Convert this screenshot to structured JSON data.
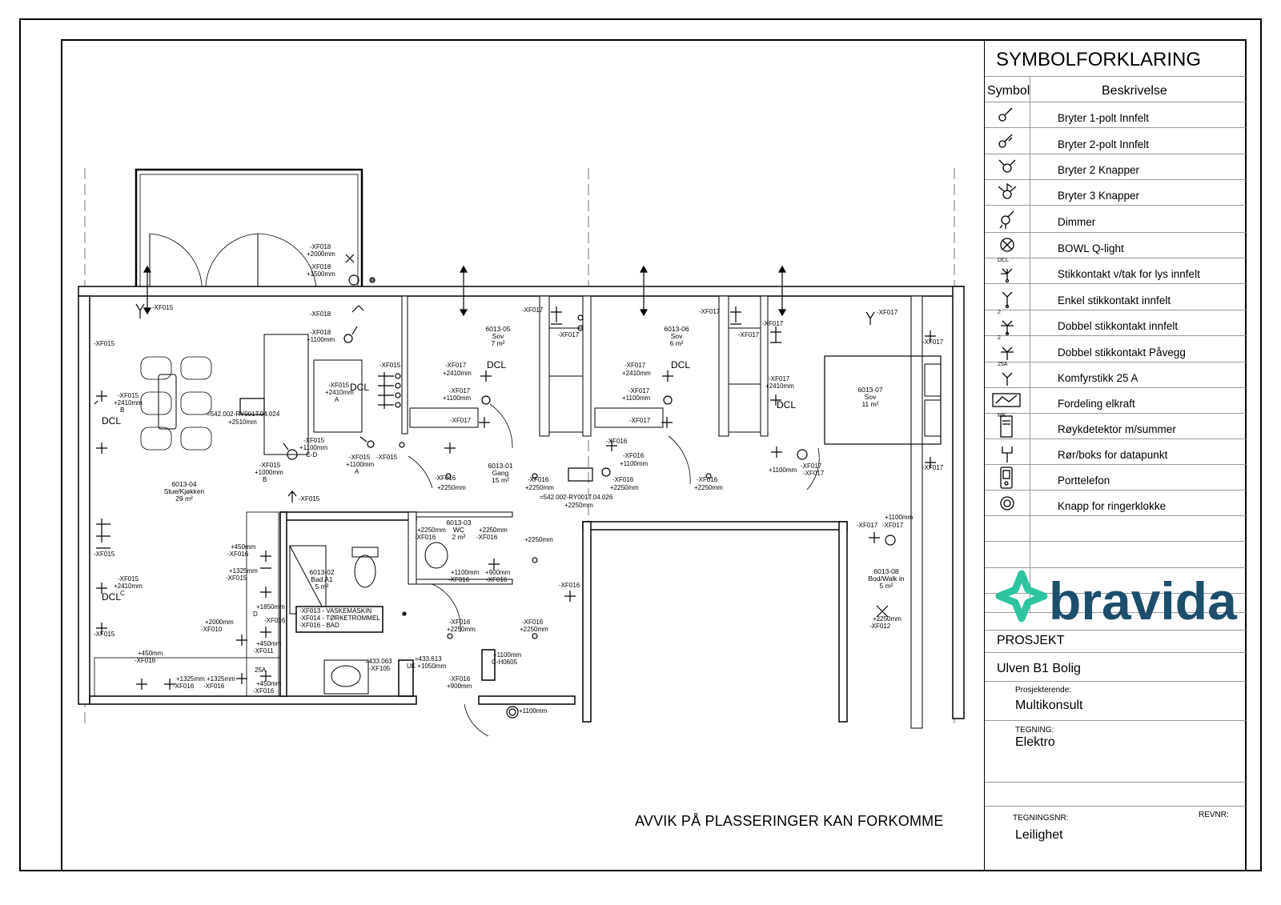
{
  "legend": {
    "title": "SYMBOLFORKLARING",
    "col_symbol": "Symbol",
    "col_description": "Beskrivelse",
    "items": [
      {
        "icon": "switch-1pole-icon",
        "desc": "Bryter 1-polt Innfelt"
      },
      {
        "icon": "switch-2pole-icon",
        "desc": "Bryter 2-polt Innfelt"
      },
      {
        "icon": "switch-2button-icon",
        "desc": "Bryter 2 Knapper"
      },
      {
        "icon": "switch-3button-icon",
        "desc": "Bryter 3 Knapper"
      },
      {
        "icon": "dimmer-icon",
        "desc": "Dimmer"
      },
      {
        "icon": "bowl-light-icon",
        "desc": "BOWL Q-light"
      },
      {
        "icon": "dcl-outlet-icon",
        "desc": "Stikkontakt v/tak for lys innfelt",
        "sym_text": "DCL"
      },
      {
        "icon": "single-outlet-icon",
        "desc": "Enkel stikkontakt innfelt"
      },
      {
        "icon": "double-outlet-icon",
        "desc": "Dobbel stikkontakt innfelt",
        "sym_text": "2"
      },
      {
        "icon": "double-outlet-wall-icon",
        "desc": "Dobbel stikkontakt Påvegg",
        "sym_text": "2"
      },
      {
        "icon": "stove-outlet-icon",
        "desc": "Komfyrstikk 25 A",
        "sym_text": "25A"
      },
      {
        "icon": "distribution-board-icon",
        "desc": "Fordeling elkraft"
      },
      {
        "icon": "smoke-detector-icon",
        "desc": "Røykdetektor m/summer",
        "sym_text": "MK"
      },
      {
        "icon": "data-point-icon",
        "desc": "Rør/boks for datapunkt"
      },
      {
        "icon": "door-phone-icon",
        "desc": "Porttelefon"
      },
      {
        "icon": "doorbell-button-icon",
        "desc": "Knapp for ringerklokke"
      }
    ]
  },
  "brand": {
    "logo_text": "bravida",
    "logo_color": "#1d4e6b",
    "mark_color": "#2ec4a0"
  },
  "title_block": {
    "project_label": "PROSJEKT",
    "project_name": "Ulven B1 Bolig",
    "designer_label": "Prosjekterende:",
    "designer": "Multikonsult",
    "drawing_label": "TEGNING:",
    "drawing": "Elektro",
    "drawing_no_label": "TEGNINGSNR:",
    "drawing_no": "Leilighet",
    "rev_label": "REVNR:"
  },
  "note": "AVVIK PÅ PLASSERINGER KAN FORKOMME",
  "rooms": [
    {
      "id": "6013-04",
      "name": "Stue/Kjøkken",
      "area": "29 m²"
    },
    {
      "id": "6013-05",
      "name": "Sov",
      "area": "7 m²"
    },
    {
      "id": "6013-06",
      "name": "Sov",
      "area": "6 m²"
    },
    {
      "id": "6013-07",
      "name": "Sov",
      "area": "11 m²"
    },
    {
      "id": "6013-01",
      "name": "Gang",
      "area": "15 m²"
    },
    {
      "id": "6013-03",
      "name": "WC",
      "area": "2 m²"
    },
    {
      "id": "6013-02",
      "name": "Bad A1",
      "area": "5 m²"
    },
    {
      "id": "6013-08",
      "name": "Bod/Walk in",
      "area": "5 m²"
    }
  ],
  "labels": [
    "-XF018",
    "+2000mm",
    "-XF018",
    "+1500mm",
    "-XF015",
    "-XF018",
    "-XF018",
    "+1100mm",
    "-XF015",
    "-XF015",
    "+2410mm",
    "B",
    "-XF015",
    "+2410mm",
    "A",
    "-XF015",
    "=542.002-RY001T.04.024",
    "+2510mm",
    "-XF015",
    "+1100mm",
    "C-D",
    "-XF015",
    "+1000mm",
    "B",
    "-XF015",
    "-XF015",
    "+1100mm",
    "A",
    "-XF015",
    "-XF015",
    "-XF015",
    "+2410mm",
    "C",
    "-XF015",
    "-XF017",
    "+2410mm",
    "-XF017",
    "+1100mm",
    "-XF017",
    "-XF017",
    "-XF017",
    "-XF016",
    "+2250mm",
    "-XF017",
    "+2410mm",
    "-XF017",
    "+1100mm",
    "-XF017",
    "-XF017",
    "-XF017",
    "-XF016",
    "-XF016",
    "+1100mm",
    "-XF016",
    "+2250mm",
    "-XF016",
    "+2250mm",
    "-XF016",
    "+2250mm",
    "=542.002-RY001T.04.026",
    "+2250mm",
    "-XF017",
    "-XF017",
    "+2410mm",
    "-XF017",
    "-XF017",
    "+1100mm",
    "-XF017",
    "-XF017",
    "-XF017",
    "-XF017",
    "+1100mm",
    "-XF017",
    "+2250mm",
    "-XF012",
    "+450mm",
    "-XF016",
    "+1325mm",
    "-XF015",
    "+1850mm",
    "D",
    "-XF016",
    "+2000mm",
    "-XF010",
    "+450mm",
    "-XF011",
    "+450mm",
    "-XF016",
    "+450mm",
    "-XF016",
    "+1325mm",
    "-XF016",
    "+1325mm",
    "-XF016",
    "+2250mm",
    "-XF016",
    "+2250mm",
    "-XF016",
    "+1100mm",
    "-XF016",
    "+900mm",
    "-XF016",
    "+2250mm",
    "-XF016",
    "-XF016",
    "+2250mm",
    "-XF016",
    "+2250mm",
    "=433.063",
    "-XF105",
    "=433.613",
    "UK +1050mm",
    "+1100mm",
    "C-H0605",
    "-XF016",
    "+900mm",
    "+1100mm",
    "-XF013 - VASKEMASKIN",
    "-XF014 - TØRKETROMMEL",
    "-XF016 - BAD",
    "DCL",
    "DCL",
    "DCL",
    "DCL",
    "DCL",
    "DCL",
    "25A"
  ]
}
